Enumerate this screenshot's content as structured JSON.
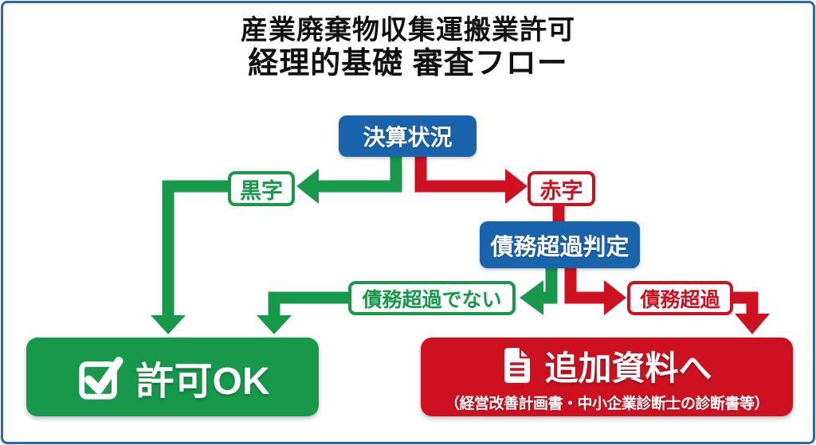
{
  "title": {
    "line1": "産業廃棄物収集運搬業許可",
    "line2": "経理的基礎 審査フロー"
  },
  "nodes": {
    "kessan": {
      "label": "決算状況"
    },
    "kuroji": {
      "label": "黒字"
    },
    "akaji": {
      "label": "赤字"
    },
    "hantei": {
      "label": "債務超過判定"
    },
    "denai": {
      "label": "債務超過でない"
    },
    "choka": {
      "label": "債務超過"
    },
    "kyoka_ok": {
      "label": "許可OK"
    },
    "tsuika": {
      "label": "追加資料へ",
      "note": "（経営改善計画書・中小企業診断士の診断書等）"
    }
  },
  "edges": [
    {
      "from": "決算状況",
      "to": "黒字",
      "color": "green"
    },
    {
      "from": "決算状況",
      "to": "赤字",
      "color": "red"
    },
    {
      "from": "黒字",
      "to": "許可OK",
      "color": "green"
    },
    {
      "from": "赤字",
      "to": "債務超過判定",
      "color": "red"
    },
    {
      "from": "債務超過判定",
      "to": "債務超過でない",
      "color": "green"
    },
    {
      "from": "債務超過判定",
      "to": "債務超過",
      "color": "red"
    },
    {
      "from": "債務超過でない",
      "to": "許可OK",
      "color": "green"
    },
    {
      "from": "債務超過",
      "to": "追加資料へ",
      "color": "red"
    }
  ],
  "icons": {
    "ok_icon": "checkbox-check-icon",
    "ng_icon": "document-icon"
  },
  "colors": {
    "blue": "#1a64ae",
    "green": "#17984a",
    "red": "#ce1120",
    "frame_border": "#2b6aa6",
    "title_text": "#111111",
    "background": "#ffffff"
  }
}
